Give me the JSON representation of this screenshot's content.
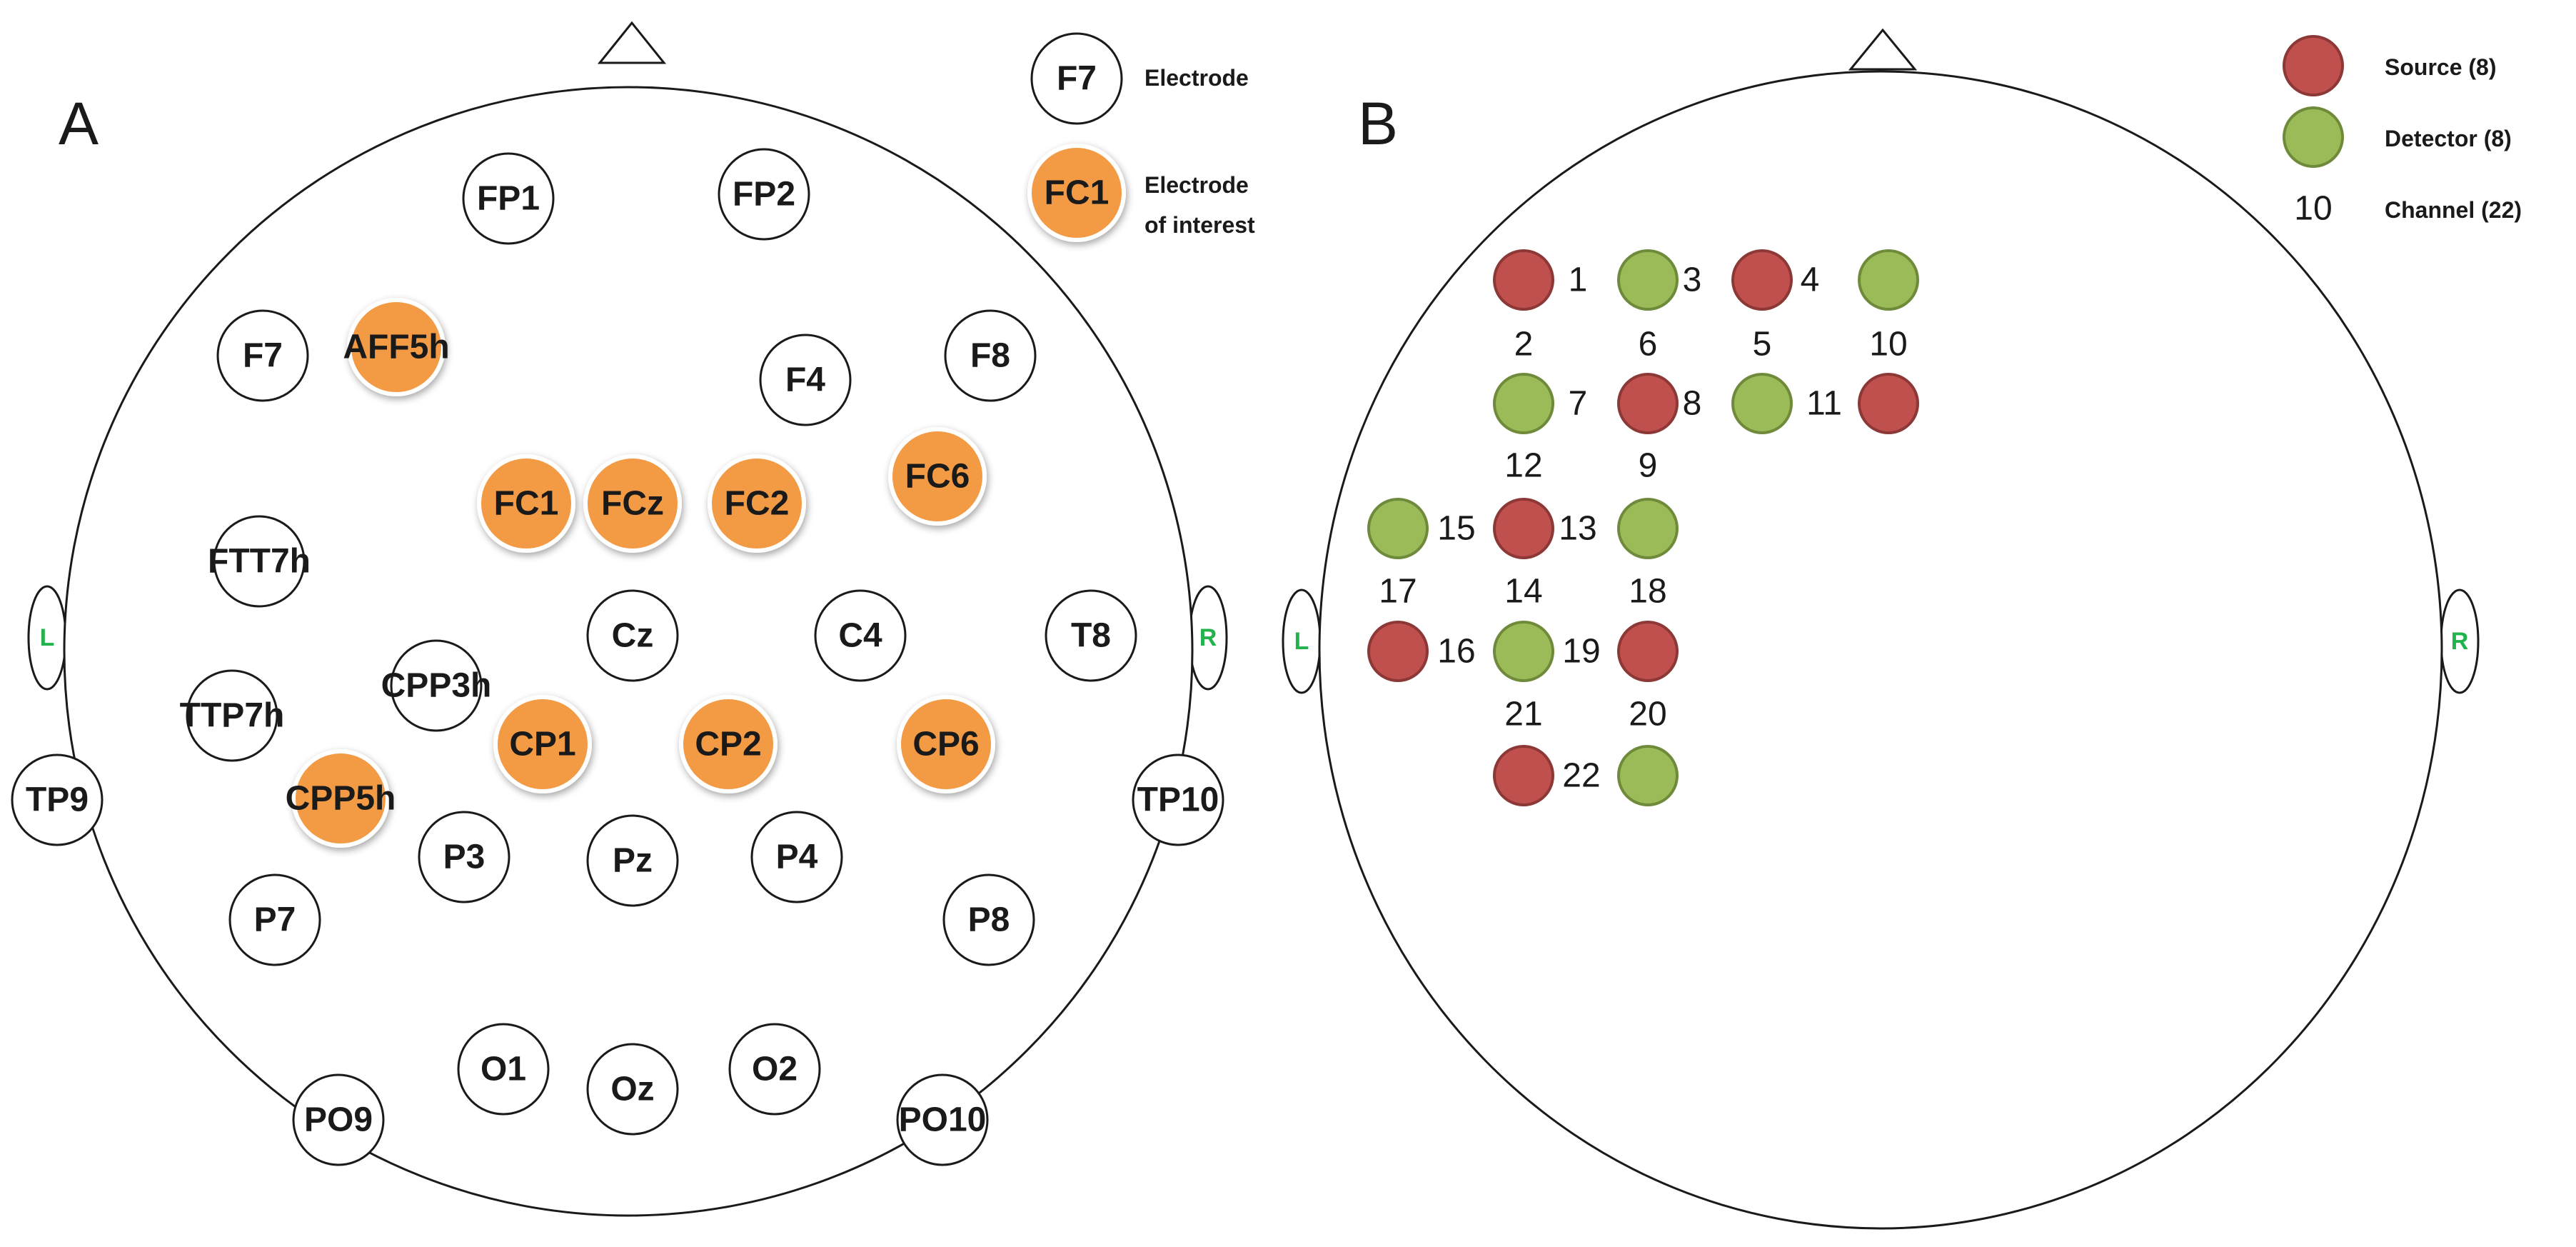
{
  "panel_a": {
    "label": "A",
    "ear_left": "L",
    "ear_right": "R",
    "electrodes": [
      {
        "label": "FP1",
        "interest": false
      },
      {
        "label": "FP2",
        "interest": false
      },
      {
        "label": "F7",
        "interest": false
      },
      {
        "label": "AFF5h",
        "interest": true
      },
      {
        "label": "F4",
        "interest": false
      },
      {
        "label": "F8",
        "interest": false
      },
      {
        "label": "FC1",
        "interest": true
      },
      {
        "label": "FCz",
        "interest": true
      },
      {
        "label": "FC2",
        "interest": true
      },
      {
        "label": "FC6",
        "interest": true
      },
      {
        "label": "FTT7h",
        "interest": false
      },
      {
        "label": "Cz",
        "interest": false
      },
      {
        "label": "C4",
        "interest": false
      },
      {
        "label": "T8",
        "interest": false
      },
      {
        "label": "CPP3h",
        "interest": false
      },
      {
        "label": "TTP7h",
        "interest": false
      },
      {
        "label": "CP1",
        "interest": true
      },
      {
        "label": "CP2",
        "interest": true
      },
      {
        "label": "CP6",
        "interest": true
      },
      {
        "label": "TP9",
        "interest": false
      },
      {
        "label": "CPP5h",
        "interest": true
      },
      {
        "label": "TP10",
        "interest": false
      },
      {
        "label": "P3",
        "interest": false
      },
      {
        "label": "Pz",
        "interest": false
      },
      {
        "label": "P4",
        "interest": false
      },
      {
        "label": "P7",
        "interest": false
      },
      {
        "label": "P8",
        "interest": false
      },
      {
        "label": "O1",
        "interest": false
      },
      {
        "label": "Oz",
        "interest": false
      },
      {
        "label": "O2",
        "interest": false
      },
      {
        "label": "PO9",
        "interest": false
      },
      {
        "label": "PO10",
        "interest": false
      }
    ],
    "legend": [
      {
        "sample": "F7",
        "interest": false,
        "text": [
          "Electrode"
        ]
      },
      {
        "sample": "FC1",
        "interest": true,
        "text": [
          "Electrode",
          "of interest"
        ]
      }
    ]
  },
  "panel_b": {
    "label": "B",
    "ear_left": "L",
    "ear_right": "R",
    "optodes": [
      "source",
      "detector",
      "source",
      "detector",
      "detector",
      "source",
      "detector",
      "source",
      "detector",
      "source",
      "detector",
      "source",
      "detector",
      "source",
      "source",
      "detector"
    ],
    "channels": [
      "1",
      "3",
      "4",
      "2",
      "6",
      "5",
      "10",
      "7",
      "8",
      "11",
      "12",
      "9",
      "15",
      "13",
      "17",
      "14",
      "18",
      "16",
      "19",
      "21",
      "20",
      "22"
    ],
    "legend": [
      {
        "type": "source",
        "text": "Source (8)"
      },
      {
        "type": "detector",
        "text": "Detector (8)"
      },
      {
        "type": "channel",
        "sample": "10",
        "text": "Channel (22)"
      }
    ]
  },
  "colors": {
    "interest": "#f39a45",
    "source": "#c0504d",
    "detector": "#9bbb59",
    "ear_label": "#22b34c"
  }
}
